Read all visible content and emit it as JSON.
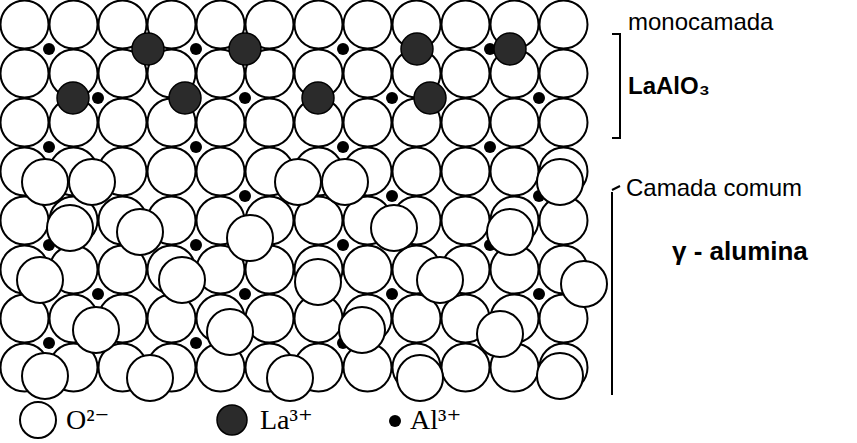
{
  "diagram": {
    "labels": [
      "monocamada",
      "LaAlO₃",
      "Camada comum",
      "γ - alumina"
    ],
    "legend": [
      {
        "text": "O²⁻"
      },
      {
        "text": "La³⁺"
      },
      {
        "text": "Al³⁺"
      }
    ]
  }
}
